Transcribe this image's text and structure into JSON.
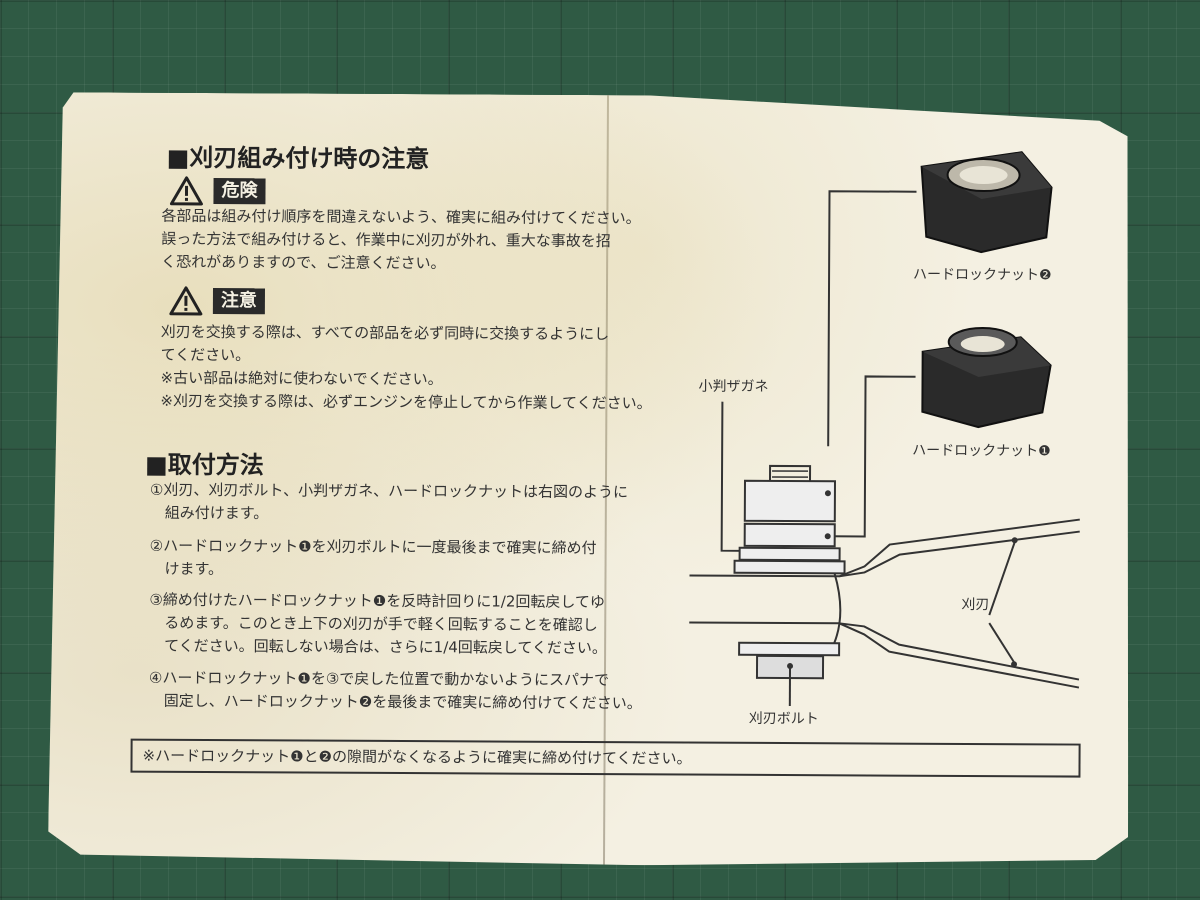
{
  "title_blade": "■刈刃組み付け時の注意",
  "danger": {
    "badge": "危険",
    "lines": [
      "各部品は組み付け順序を間違えないよう、確実に組み付けてください。",
      "誤った方法で組み付けると、作業中に刈刃が外れ、重大な事故を招",
      "く恐れがありますので、ご注意ください。"
    ]
  },
  "caution": {
    "badge": "注意",
    "lines": [
      "刈刃を交換する際は、すべての部品を必ず同時に交換するようにし",
      "てください。",
      "※古い部品は絶対に使わないでください。",
      "※刈刃を交換する際は、必ずエンジンを停止してから作業してください。"
    ]
  },
  "title_method": "■取付方法",
  "steps": [
    [
      "①刈刃、刈刃ボルト、小判ザガネ、ハードロックナットは右図のように",
      "　組み付けます。"
    ],
    [
      "②ハードロックナット❶を刈刃ボルトに一度最後まで確実に締め付",
      "　けます。"
    ],
    [
      "③締め付けたハードロックナット❶を反時計回りに1/2回転戻してゆ",
      "　るめます。このとき上下の刈刃が手で軽く回転することを確認し",
      "　てください。回転しない場合は、さらに1/4回転戻してください。"
    ],
    [
      "④ハードロックナット❶を③で戻した位置で動かないようにスパナで",
      "　固定し、ハードロックナット❷を最後まで確実に締め付けてください。"
    ]
  ],
  "note": "※ハードロックナット❶と❷の隙間がなくなるように確実に締め付けてください。",
  "diagram": {
    "nut2": "ハードロックナット❷",
    "nut1": "ハードロックナット❶",
    "washer": "小判ザガネ",
    "blade": "刈刃",
    "bolt": "刈刃ボルト"
  }
}
